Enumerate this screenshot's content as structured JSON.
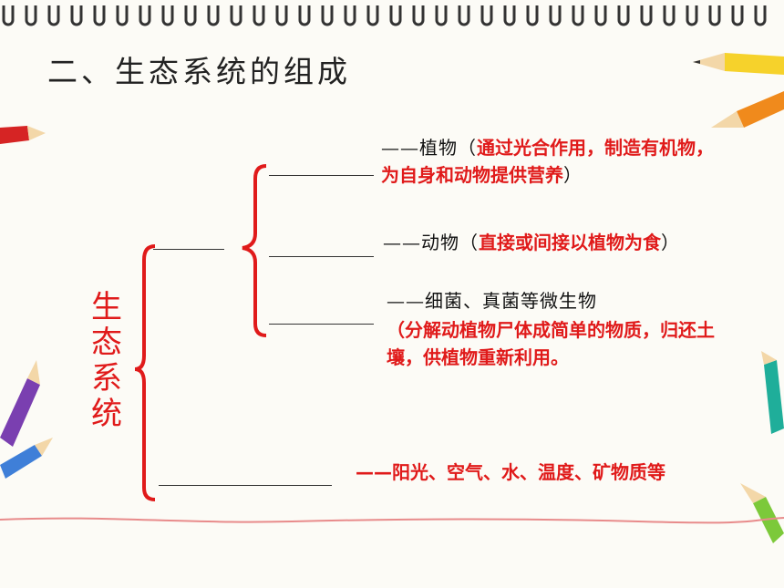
{
  "title": "二、生态系统的组成",
  "side_label": [
    "生",
    "态",
    "系",
    "统"
  ],
  "items": {
    "plant": {
      "prefix": "——植物",
      "paren_open": "（",
      "desc": "通过光合作用，制造有机物，为自身和动物提供营养",
      "paren_close": "）"
    },
    "animal": {
      "prefix": "——动物",
      "paren_open": "（",
      "desc": "直接或间接以植物为食",
      "paren_close": "）"
    },
    "micro": {
      "prefix": "——细菌、真菌等微生物",
      "desc": "（分解动植物尸体成简单的物质，归还土壤，供植物重新利用。"
    },
    "nonliving": {
      "prefix": "——",
      "desc": "阳光、空气、水、温度、矿物质等"
    }
  },
  "colors": {
    "accent": "#e01a1a",
    "text": "#111111",
    "background": "#fcfbf6"
  }
}
